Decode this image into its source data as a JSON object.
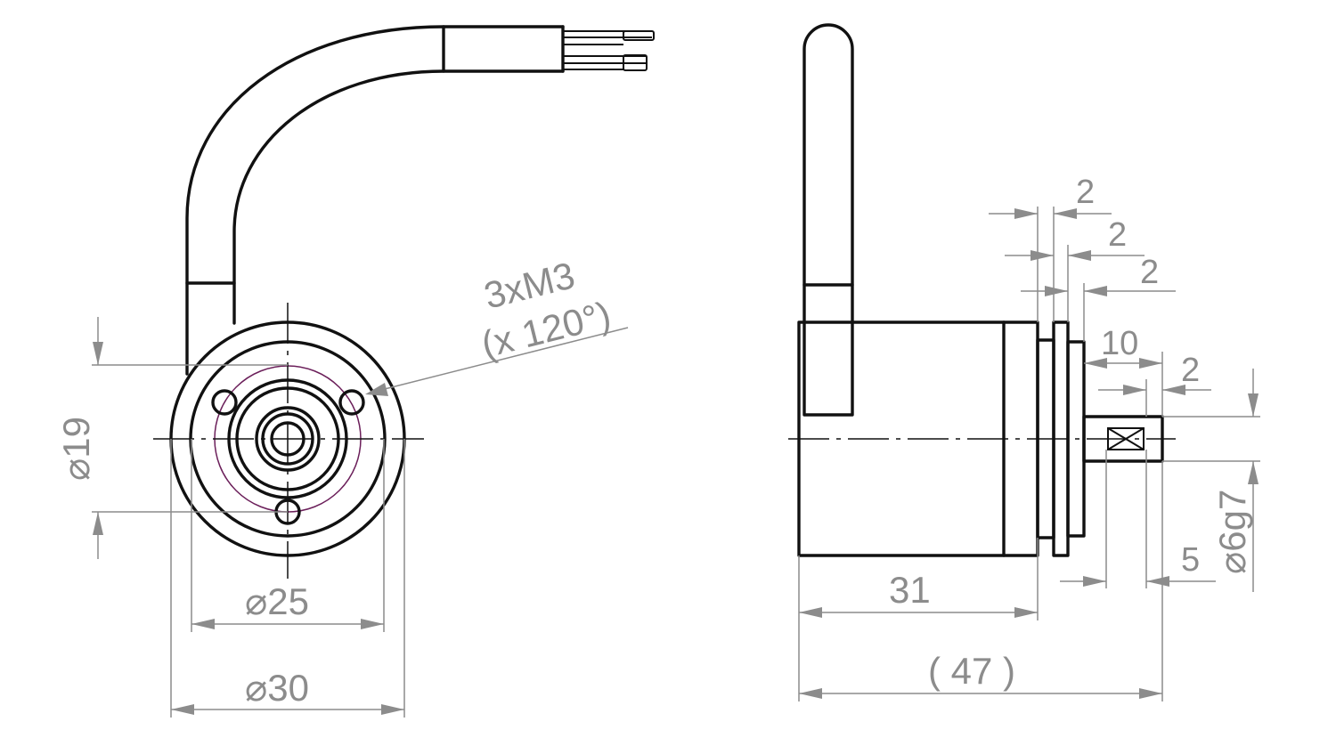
{
  "colors": {
    "outline": "#111111",
    "dimension": "#8c8c8c",
    "pitch_circle": "#6b1f5a"
  },
  "front_view": {
    "thread_note": "3xM3",
    "angle_note": "(x 120°)",
    "dia_19": "⌀19",
    "dia_25": "⌀25",
    "dia_30": "⌀30"
  },
  "side_view": {
    "dim_2a": "2",
    "dim_2b": "2",
    "dim_2c": "2",
    "dim_2d": "2",
    "dim_10": "10",
    "dim_5": "5",
    "dim_31": "31",
    "dim_47": "( 47 )",
    "shaft_dia": "⌀6g7"
  }
}
